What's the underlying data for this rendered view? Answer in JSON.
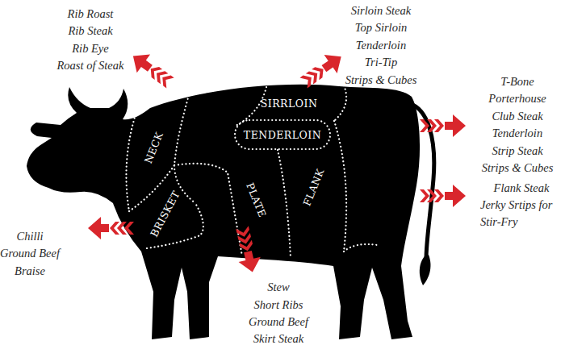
{
  "diagram": {
    "nodes": [
      {
        "text": [
          "NECK"
        ]
      },
      {
        "text": [
          "BRISKET"
        ]
      },
      {
        "text": [
          "SIRRLOIN"
        ]
      },
      {
        "text": [
          "TENDERLOIN"
        ]
      },
      {
        "text": [
          "PLATE"
        ]
      },
      {
        "text": [
          "FLANK"
        ]
      }
    ],
    "labels": [
      "Rib Roast",
      "Rib Steak",
      "Rib Eye",
      "Roast of Steak",
      "Sirloin Steak",
      "Top Sirloin",
      "Tenderloin",
      "Tri-Tip",
      "Strips & Cubes",
      "T-Bone",
      "Porterhouse",
      "Club Steak",
      "Tenderloin",
      "Strip Steak",
      "Strips & Cubes",
      "Flank Steak",
      "Jerky Srtips for Stir-Fry",
      "Chilli",
      "Ground Beef",
      "Braise",
      "Stew",
      "Short Ribs",
      "Ground Beef",
      "Skirt Steak"
    ]
  }
}
